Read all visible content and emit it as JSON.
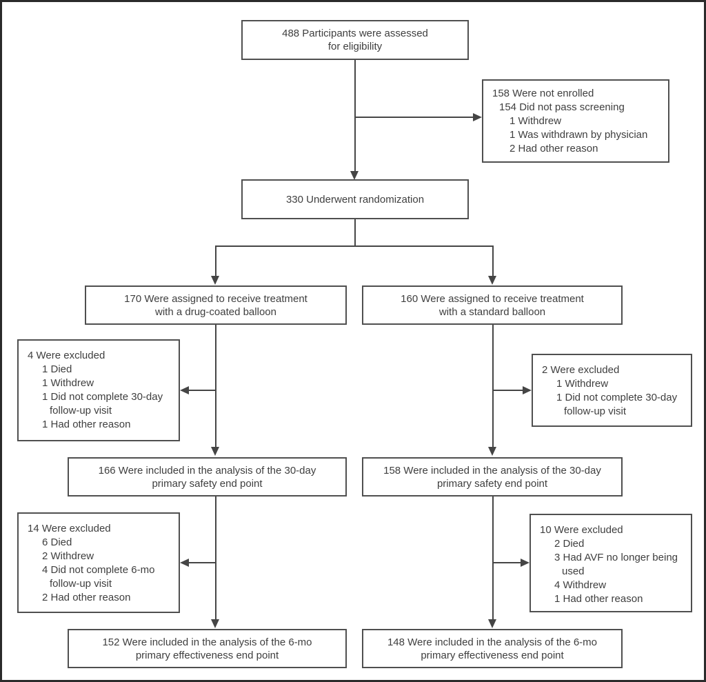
{
  "colors": {
    "background": "#ffffff",
    "frame_border": "#2b2b2b",
    "box_border": "#4f4f4f",
    "connector_line": "#454545",
    "text": "#3e3e3e"
  },
  "boxes": {
    "assessed": {
      "lines": [
        "488 Participants were assessed",
        "for eligibility"
      ]
    },
    "not_enrolled": {
      "lines": [
        "158 Were not enrolled",
        "154 Did not pass screening",
        "1 Withdrew",
        "1 Was withdrawn by physician",
        "2 Had other reason"
      ]
    },
    "randomized": {
      "lines": [
        "330 Underwent randomization"
      ]
    },
    "assigned_dcb": {
      "lines": [
        "170 Were assigned to receive treatment",
        "with a drug-coated balloon"
      ]
    },
    "assigned_std": {
      "lines": [
        "160 Were assigned to receive treatment",
        "with a standard balloon"
      ]
    },
    "excluded_dcb_30day": {
      "lines": [
        "4 Were excluded",
        "1 Died",
        "1 Withdrew",
        "1 Did not complete 30-day",
        "follow-up visit",
        "1 Had other reason"
      ]
    },
    "excluded_std_30day": {
      "lines": [
        "2 Were excluded",
        "1 Withdrew",
        "1 Did not complete 30-day",
        "follow-up visit"
      ]
    },
    "safety_dcb": {
      "lines": [
        "166 Were included in the analysis of the 30-day",
        "primary safety end point"
      ]
    },
    "safety_std": {
      "lines": [
        "158 Were included in the analysis of the 30-day",
        "primary safety end point"
      ]
    },
    "excluded_dcb_6mo": {
      "lines": [
        "14 Were excluded",
        "6 Died",
        "2 Withdrew",
        "4 Did not complete 6-mo",
        "follow-up visit",
        "2 Had other reason"
      ]
    },
    "excluded_std_6mo": {
      "lines": [
        "10 Were excluded",
        "2 Died",
        "3 Had AVF no longer being",
        "used",
        "4 Withdrew",
        "1 Had other reason"
      ]
    },
    "effectiveness_dcb": {
      "lines": [
        "152 Were included in the analysis of the 6-mo",
        "primary effectiveness end point"
      ]
    },
    "effectiveness_std": {
      "lines": [
        "148 Were included in the analysis of the 6-mo",
        "primary effectiveness end point"
      ]
    }
  }
}
